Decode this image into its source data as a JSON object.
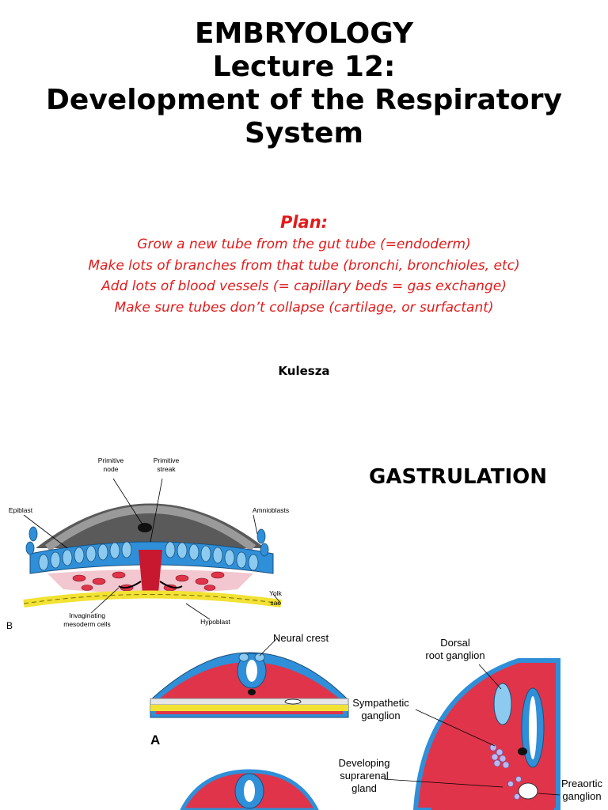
{
  "title": {
    "line1": "EMBRYOLOGY",
    "line2": "Lecture 12:",
    "line3": "Development of the Respiratory",
    "line4": "System"
  },
  "plan": {
    "heading": "Plan:",
    "items": [
      "Grow a new tube from the gut tube (=endoderm)",
      "Make lots of branches from that tube (bronchi, bronchioles, etc)",
      "Add lots of blood vessels (= capillary beds = gas exchange)",
      "Make sure tubes don’t collapse (cartilage, or surfactant)"
    ]
  },
  "author": "Kulesza",
  "section_heading": "GASTRULATION",
  "figure_b": {
    "panel_letter": "B",
    "labels": {
      "primitive_node_1": "Primitive",
      "primitive_node_2": "node",
      "primitive_streak_1": "Primitive",
      "primitive_streak_2": "streak",
      "epiblast": "Epiblast",
      "amnioblasts": "Amnioblasts",
      "yolk_sac_1": "Yolk",
      "yolk_sac_2": "sac",
      "invaginating_1": "Invaginating",
      "invaginating_2": "mesoderm cells",
      "hypoblast": "Hypoblast"
    }
  },
  "figure_a": {
    "panel_letter": "A",
    "labels": {
      "neural_crest": "Neural crest",
      "dorsal_1": "Dorsal",
      "dorsal_2": "root ganglion",
      "sympathetic_1": "Sympathetic",
      "sympathetic_2": "ganglion",
      "suprarenal_1": "Developing",
      "suprarenal_2": "suprarenal",
      "suprarenal_3": "gland",
      "preaortic_1": "Preaortic",
      "preaortic_2": "ganglion"
    }
  },
  "colors": {
    "plan_text": "#e21b1b",
    "ectoderm_blue": "#2f8fd8",
    "mesoderm_red": "#e0344a",
    "endoderm_yellow": "#f2e233"
  }
}
